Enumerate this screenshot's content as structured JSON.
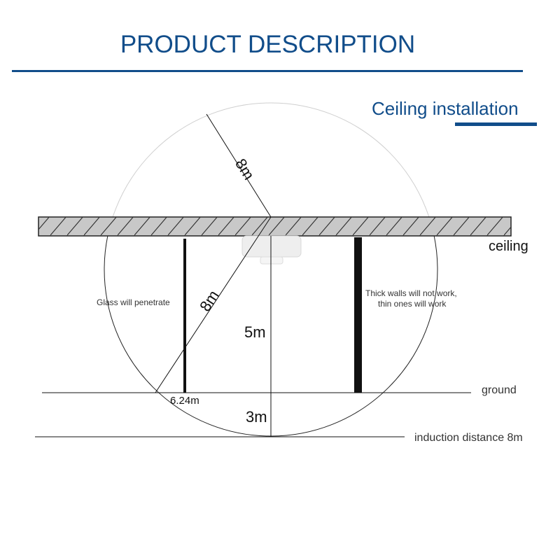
{
  "header": {
    "title": "PRODUCT DESCRIPTION",
    "subtitle": "Ceiling installation"
  },
  "diagram": {
    "labels": {
      "radius_top": "8m",
      "radius_inner": "8m",
      "ceiling": "ceiling",
      "glass_note": "Glass will penetrate",
      "wall_note_line1": "Thick walls will not work,",
      "wall_note_line2": "thin ones will work",
      "height_mount": "5m",
      "ground_radius": "6.24m",
      "below_ground": "3m",
      "ground": "ground",
      "induction": "induction distance 8m"
    }
  },
  "colors": {
    "brand": "#114d8a",
    "ceiling_fill": "#c8c8c8",
    "line": "#111111"
  }
}
